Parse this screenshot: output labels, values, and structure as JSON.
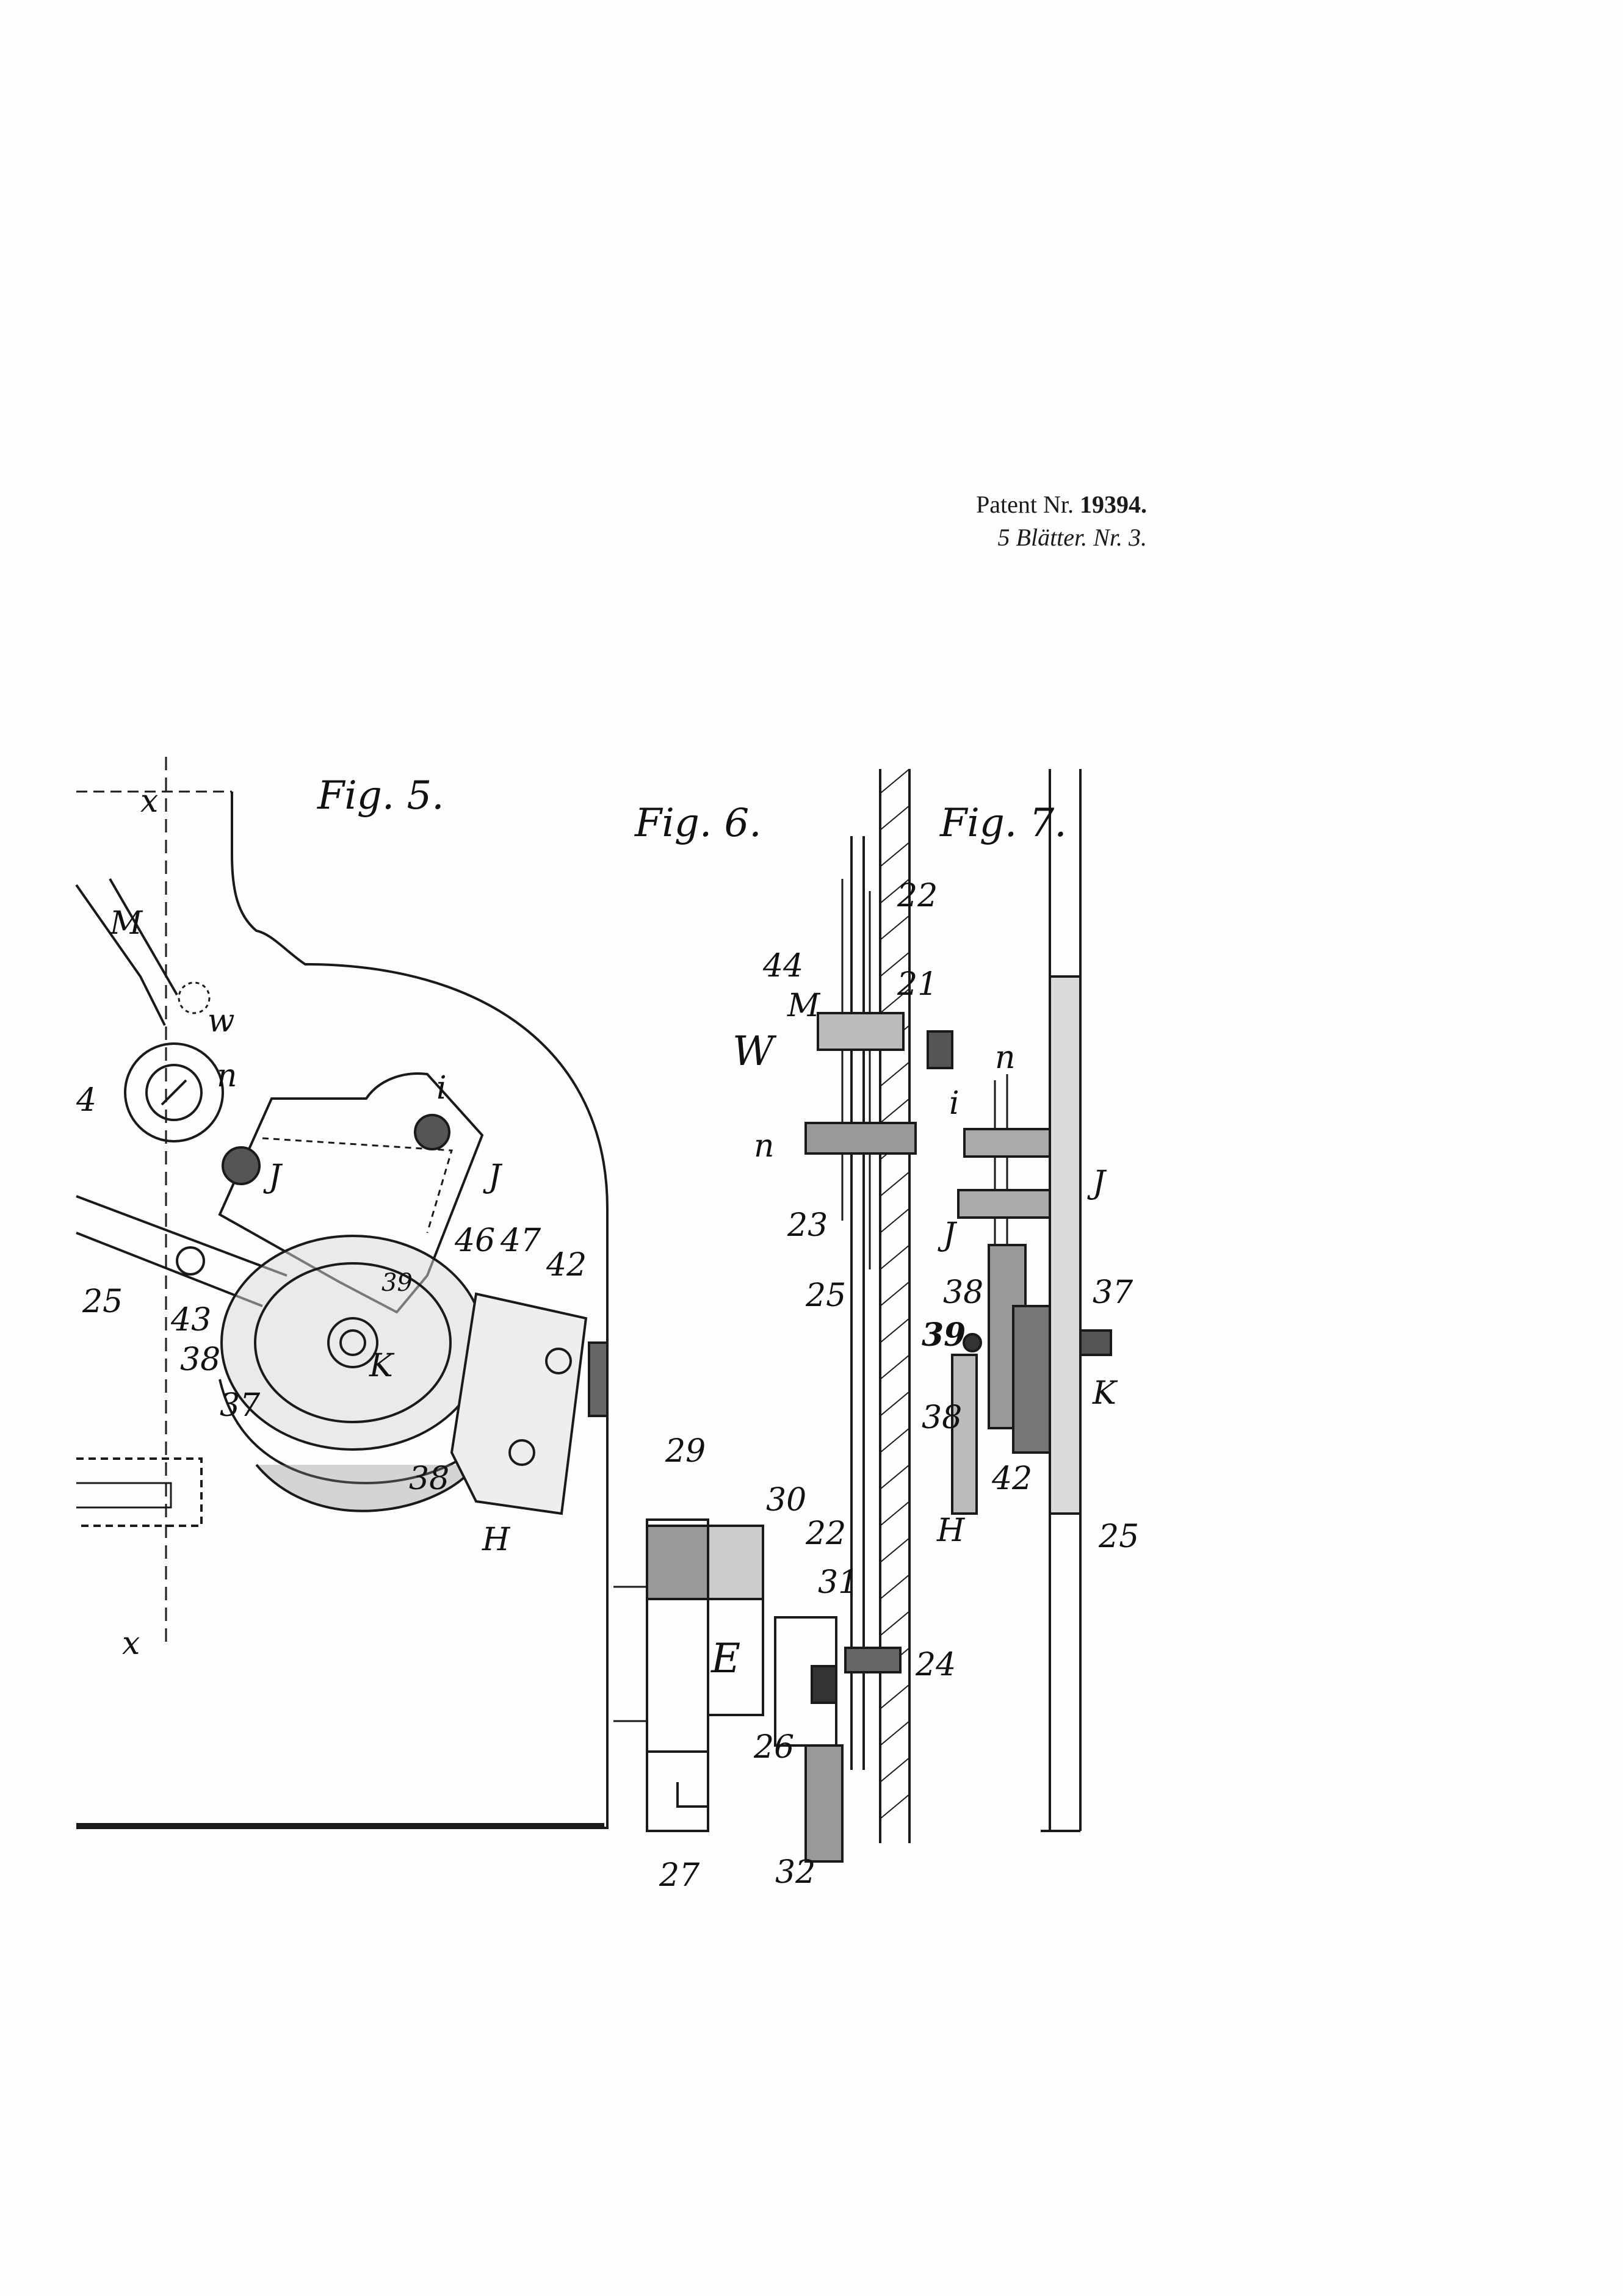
{
  "header": {
    "patent_prefix": "Patent Nr.",
    "patent_number": "19394.",
    "sheets_line": "5 Blätter. Nr. 3."
  },
  "figures": {
    "fig5": {
      "title": "Fig. 5.",
      "labels": [
        "x",
        "M",
        "w",
        "n",
        "i",
        "J",
        "J",
        "46",
        "47",
        "42",
        "39",
        "25",
        "43",
        "38",
        "37",
        "K",
        "38",
        "H",
        "x",
        "4"
      ]
    },
    "fig6": {
      "title": "Fig. 6.",
      "labels": [
        "22",
        "44",
        "M",
        "21",
        "W",
        "n",
        "23",
        "25",
        "29",
        "30",
        "22",
        "31",
        "E",
        "24",
        "26",
        "27",
        "32"
      ]
    },
    "fig7": {
      "title": "Fig. 7.",
      "labels": [
        "n",
        "i",
        "J",
        "J",
        "38",
        "37",
        "39",
        "K",
        "38",
        "42",
        "H",
        "25"
      ]
    }
  }
}
